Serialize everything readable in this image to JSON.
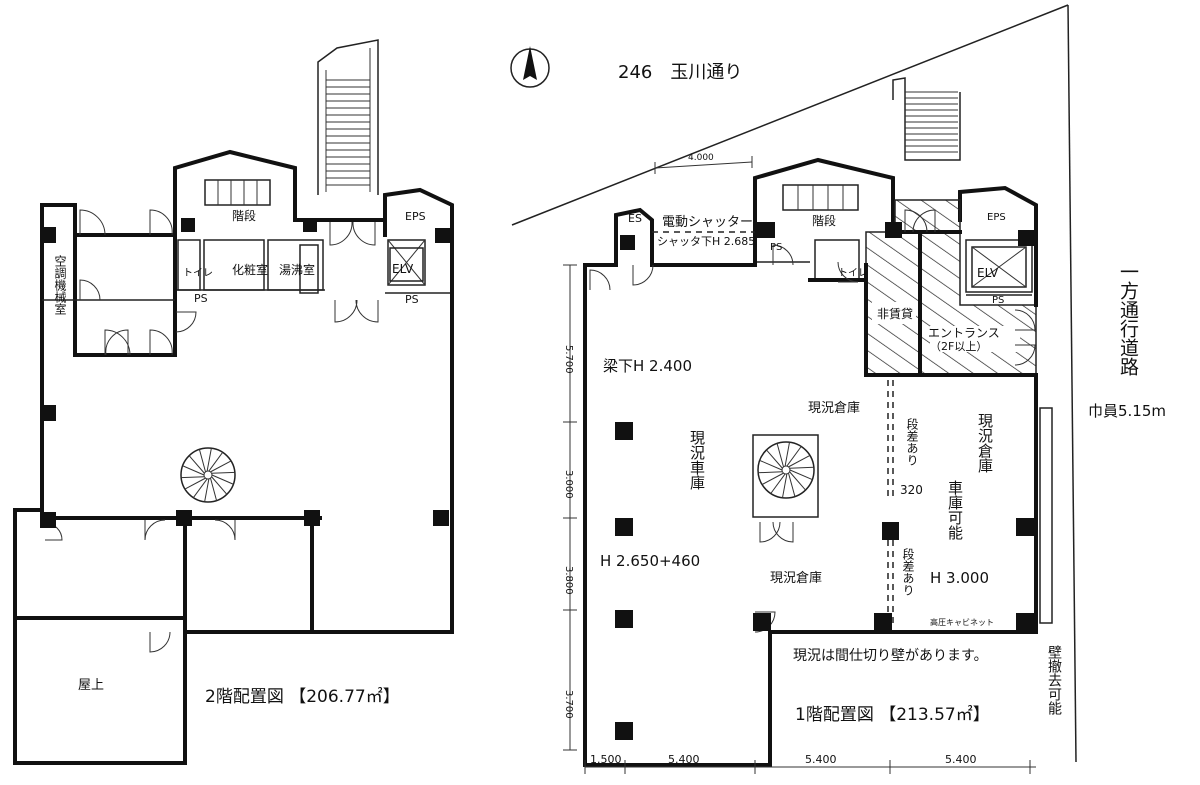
{
  "road": {
    "main_label": "246　玉川通り",
    "side_label": "一方通行道路",
    "width_label": "巾員5.15m"
  },
  "floor2": {
    "caption": "2階配置図 【206.77㎡】",
    "rooms": {
      "stair": "階段",
      "toilet": "トイレ",
      "powder": "化粧室",
      "kitchen": "湯沸室",
      "eps": "EPS",
      "elv": "ELV",
      "ps_left": "PS",
      "ps_right": "PS",
      "mech": "空調機械室",
      "roof": "屋上"
    }
  },
  "floor1": {
    "caption": "1階配置図 【213.57㎡】",
    "shutter_label": "電動シャッター",
    "shutter_height": "シャッタ下H 2.685",
    "rooms": {
      "es": "ES",
      "stair": "階段",
      "toilet": "トイレ",
      "eps": "EPS",
      "elv": "ELV",
      "ps_a": "PS",
      "ps_b": "PS",
      "non_rental": "非賃貸",
      "entrance": "エントランス",
      "entrance_note": "（2F以上）",
      "warehouse_top": "現況倉庫",
      "garage": "現況車庫",
      "warehouse_right": "現況倉庫",
      "garage_possible": "車庫可能",
      "warehouse_bottom": "現況倉庫",
      "cabinet": "高圧キャビネット"
    },
    "heights": {
      "beam": "梁下H 2.400",
      "garage_height": "H 2.650+460",
      "right_height": "H 3.000"
    },
    "step_top": "段差あり",
    "step_value": "320",
    "step_bottom": "段差あり",
    "note": "現況は間仕切り壁があります。",
    "wall_note": "壁撤去可能",
    "dims": {
      "top": "4.000",
      "left": [
        "5.700",
        "3.000",
        "3.800",
        "3.700"
      ],
      "bottom": [
        "1.500",
        "5.400",
        "5.400",
        "5.400"
      ]
    }
  }
}
